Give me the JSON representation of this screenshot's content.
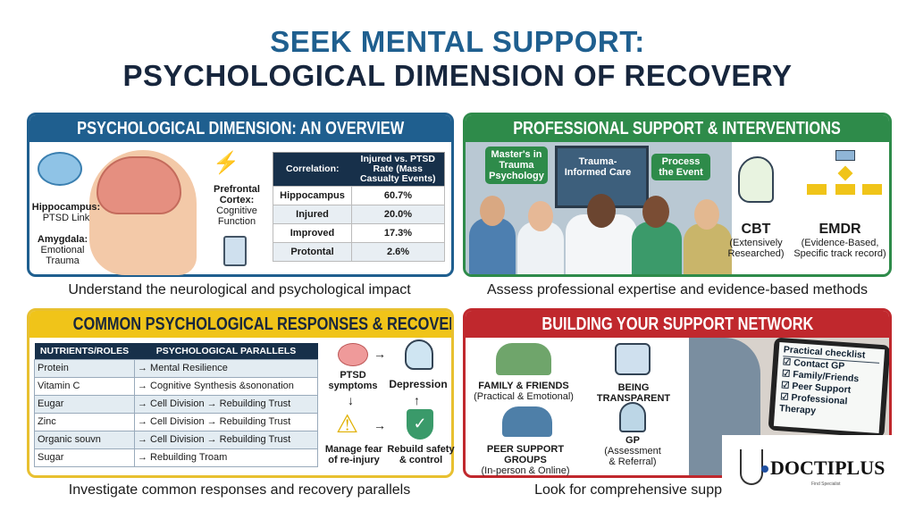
{
  "title": {
    "line1": "SEEK MENTAL SUPPORT:",
    "line2": "PSYCHOLOGICAL DIMENSION OF RECOVERY"
  },
  "colors": {
    "blue": "#1f5f8f",
    "green": "#2e8b4a",
    "yellow": "#f0c419",
    "red": "#c0282d",
    "navy": "#17263d"
  },
  "overview": {
    "header": "PSYCHOLOGICAL DIMENSION: AN OVERVIEW",
    "labels": {
      "hippo_title": "Hippocampus:",
      "hippo_sub": "PTSD Link",
      "amyg_title": "Amygdala:",
      "amyg_sub": "Emotional Trauma",
      "pfc_title": "Prefrontal Cortex:",
      "pfc_sub": "Cognitive Function"
    },
    "table": {
      "col1": "Correlation:",
      "col2": "Injured vs. PTSD Rate (Mass Casualty Events)",
      "rows": [
        {
          "label": "Hippocampus",
          "value": "60.7%"
        },
        {
          "label": "Injured",
          "value": "20.0%"
        },
        {
          "label": "Improved",
          "value": "17.3%"
        },
        {
          "label": "Protontal",
          "value": "2.6%"
        }
      ]
    },
    "caption": "Understand the neurological and psychological impact"
  },
  "professional": {
    "header": "PROFESSIONAL SUPPORT & INTERVENTIONS",
    "bubbles": [
      "Master's in Trauma Psychology",
      "Trauma-Informed Care",
      "Process the Event"
    ],
    "methods": [
      {
        "name": "CBT",
        "desc": "(Extensively Researched)"
      },
      {
        "name": "EMDR",
        "desc": "(Evidence-Based, Specific track record)"
      }
    ],
    "caption": "Assess professional expertise and evidence-based methods"
  },
  "responses": {
    "header": "COMMON PSYCHOLOGICAL RESPONSES & RECOVERY",
    "table": {
      "col1": "NUTRIENTS/ROLES",
      "col2": "PSYCHOLOGICAL PARALLELS",
      "rows": [
        {
          "a": "Protein",
          "b": "→ Mental Resilience"
        },
        {
          "a": "Vitamin C",
          "b": "→ Cognitive Synthesis &sononation"
        },
        {
          "a": "Eugar",
          "b": "→ Cell Division → Rebuilding Trust"
        },
        {
          "a": "Zinc",
          "b": "→ Cell Division → Rebuilding Trust"
        },
        {
          "a": "Organic souvn",
          "b": "→ Cell Division → Rebuilding Trust"
        },
        {
          "a": "Sugar",
          "b": "→ Rebuilding Troam"
        }
      ]
    },
    "flow": {
      "ptsd": "PTSD symptoms",
      "depression": "Depression",
      "fear": "Manage fear of re-injury",
      "safety": "Rebuild safety & control"
    },
    "caption": "Investigate common responses and recovery parallels"
  },
  "network": {
    "header": "BUILDING YOUR SUPPORT NETWORK",
    "items": [
      {
        "title": "FAMILY & FRIENDS",
        "sub": "(Practical & Emotional)"
      },
      {
        "title": "BEING TRANSPARENT",
        "sub": ""
      },
      {
        "title": "PEER SUPPORT GROUPS",
        "sub": "(In-person & Online)"
      },
      {
        "title": "GP",
        "sub": "(Assessment & Referral)"
      }
    ],
    "checklist": {
      "title": "Practical checklist",
      "items": [
        "Contact GP",
        "Family/Friends",
        "Peer Support",
        "Professional Therapy"
      ]
    },
    "caption": "Look for comprehensive supp"
  },
  "logo": {
    "name": "DOCTIPLUS",
    "tagline": "Find Specialist"
  }
}
